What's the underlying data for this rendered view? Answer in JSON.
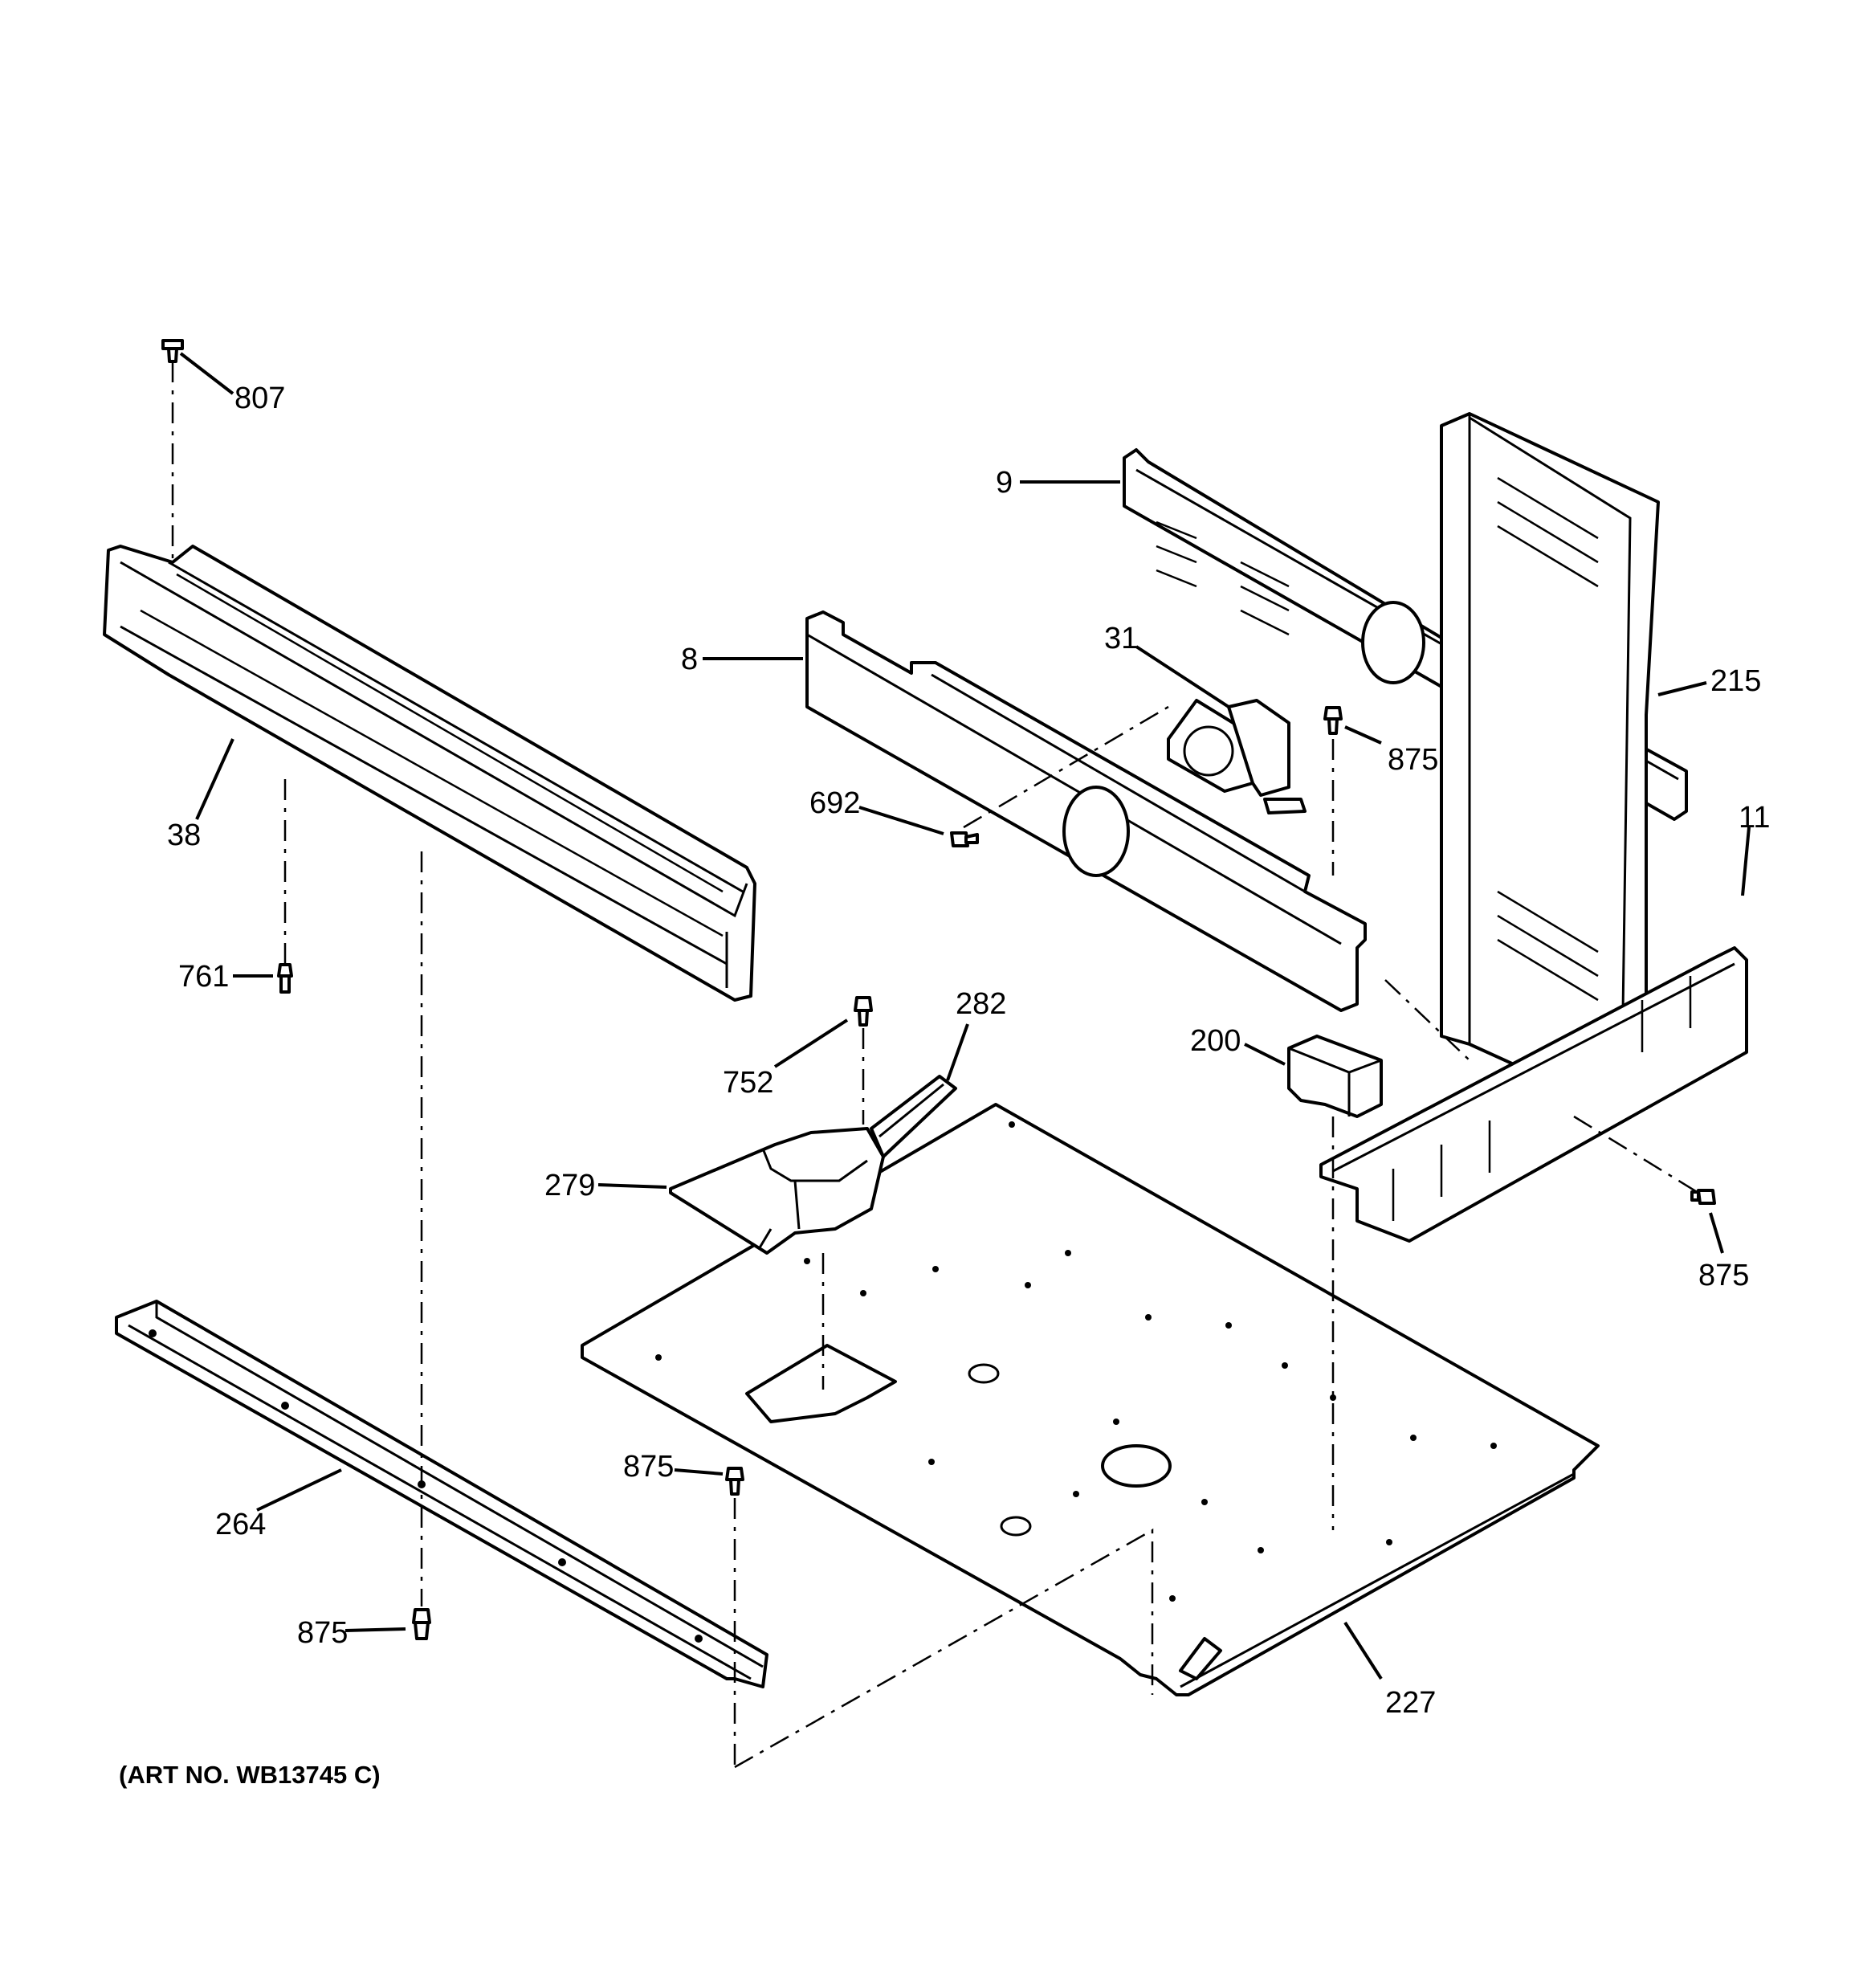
{
  "diagram": {
    "art_number": "(ART NO. WB13745 C)",
    "callouts": {
      "c807": "807",
      "c38": "38",
      "c761": "761",
      "c875_bottom_left": "875",
      "c264": "264",
      "c9": "9",
      "c8": "8",
      "c31": "31",
      "c875_top": "875",
      "c215": "215",
      "c692": "692",
      "c11": "11",
      "c200": "200",
      "c875_right": "875",
      "c752": "752",
      "c282": "282",
      "c279": "279",
      "c875_center": "875",
      "c227": "227"
    }
  }
}
